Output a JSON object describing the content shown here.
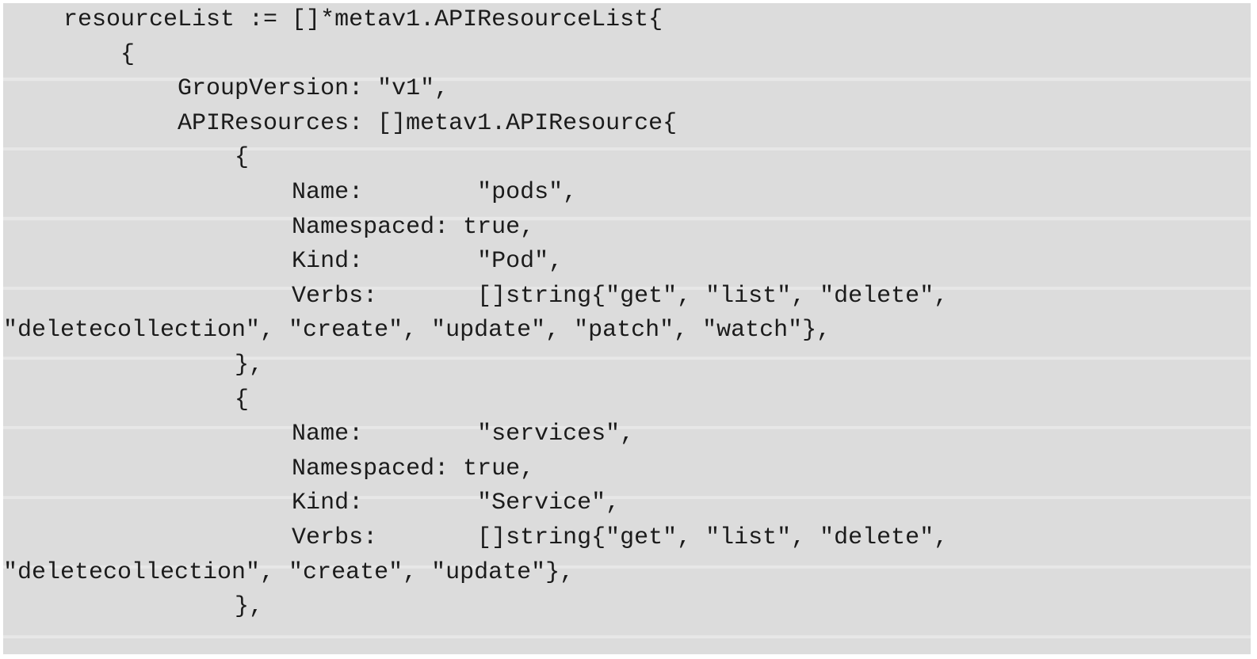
{
  "code_block": {
    "language": "go",
    "background_color": "#dcdcdc",
    "text_color": "#1b1b1b",
    "page_background": "#ffffff",
    "lines": [
      {
        "text": "    resourceList := []*metav1.APIResourceList{",
        "wrapped": false
      },
      {
        "text": "        {",
        "wrapped": false
      },
      {
        "text": "            GroupVersion: \"v1\",",
        "wrapped": false
      },
      {
        "text": "            APIResources: []metav1.APIResource{",
        "wrapped": false
      },
      {
        "text": "                {",
        "wrapped": false
      },
      {
        "text": "                    Name:        \"pods\",",
        "wrapped": false
      },
      {
        "text": "                    Namespaced: true,",
        "wrapped": false
      },
      {
        "text": "                    Kind:        \"Pod\",",
        "wrapped": false
      },
      {
        "text": "                    Verbs:       []string{\"get\", \"list\", \"delete\",",
        "wrapped": false
      },
      {
        "text": "\"deletecollection\", \"create\", \"update\", \"patch\", \"watch\"},",
        "wrapped": true
      },
      {
        "text": "                },",
        "wrapped": false
      },
      {
        "text": "                {",
        "wrapped": false
      },
      {
        "text": "                    Name:        \"services\",",
        "wrapped": false
      },
      {
        "text": "                    Namespaced: true,",
        "wrapped": false
      },
      {
        "text": "                    Kind:        \"Service\",",
        "wrapped": false
      },
      {
        "text": "                    Verbs:       []string{\"get\", \"list\", \"delete\",",
        "wrapped": false
      },
      {
        "text": "\"deletecollection\", \"create\", \"update\"},",
        "wrapped": true
      },
      {
        "text": "                },",
        "wrapped": false
      }
    ]
  }
}
